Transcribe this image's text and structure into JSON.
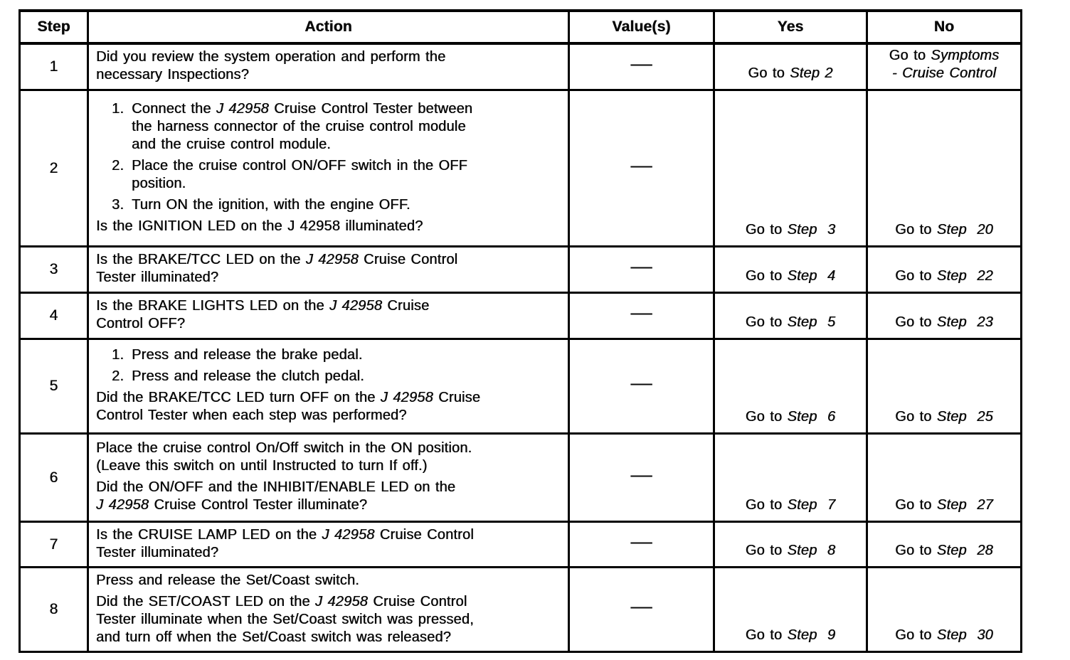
{
  "page": {
    "background": "#ffffff",
    "ink": "#0a0a0a"
  },
  "table": {
    "headers": [
      "Step",
      "Action",
      "Value(s)",
      "Yes",
      "No"
    ],
    "rows": [
      {
        "step": "1",
        "items": [],
        "paras": [
          "Did you review the system operation and perform the\nnecessary Inspections?"
        ],
        "value": "—",
        "yes": {
          "pre": "Go to ",
          "target": "Step 2"
        },
        "no": {
          "pre": "Go to ",
          "target": "Symptoms\n- Cruise Control"
        }
      },
      {
        "step": "2",
        "items": [
          "Connect the *J 42958* Cruise Control Tester between\nthe harness connector of the cruise control module\nand the cruise control module.",
          "Place the cruise control ON/OFF switch in the OFF\nposition.",
          "Turn ON the ignition, with the engine OFF."
        ],
        "paras": [
          "Is the IGNITION LED on the J 42958 illuminated?"
        ],
        "value": "—",
        "yes": {
          "pre": "Go to ",
          "target": "Step  3"
        },
        "no": {
          "pre": "Go to ",
          "target": "Step  20"
        }
      },
      {
        "step": "3",
        "items": [],
        "paras": [
          "Is the BRAKE/TCC LED on the *J 42958* Cruise Control\nTester illuminated?"
        ],
        "value": "—",
        "yes": {
          "pre": "Go to ",
          "target": "Step  4"
        },
        "no": {
          "pre": "Go to ",
          "target": "Step  22"
        }
      },
      {
        "step": "4",
        "items": [],
        "paras": [
          "Is the BRAKE LIGHTS LED on the *J 42958* Cruise\nControl OFF?"
        ],
        "value": "—",
        "yes": {
          "pre": "Go to ",
          "target": "Step  5"
        },
        "no": {
          "pre": "Go to ",
          "target": "Step  23"
        }
      },
      {
        "step": "5",
        "items": [
          "Press and release the brake pedal.",
          "Press and release the clutch pedal."
        ],
        "paras": [
          "Did the BRAKE/TCC LED turn OFF on the *J 42958* Cruise\nControl Tester when each step was performed?"
        ],
        "value": "—",
        "yes": {
          "pre": "Go to ",
          "target": "Step  6"
        },
        "no": {
          "pre": "Go to ",
          "target": "Step  25"
        }
      },
      {
        "step": "6",
        "items": [],
        "paras": [
          "Place the cruise control On/Off switch in the ON position.\n(Leave this switch on until Instructed to turn If off.)",
          "Did the ON/OFF and the INHIBIT/ENABLE LED on the\n*J 42958* Cruise Control Tester illuminate?"
        ],
        "value": "—",
        "yes": {
          "pre": "Go to ",
          "target": "Step  7"
        },
        "no": {
          "pre": "Go to ",
          "target": "Step  27"
        }
      },
      {
        "step": "7",
        "items": [],
        "paras": [
          "Is the CRUISE LAMP LED on the *J 42958* Cruise Control\nTester illuminated?"
        ],
        "value": "—",
        "yes": {
          "pre": "Go to ",
          "target": "Step  8"
        },
        "no": {
          "pre": "Go to ",
          "target": "Step  28"
        }
      },
      {
        "step": "8",
        "items": [],
        "paras": [
          "Press and release the Set/Coast switch.",
          "Did the SET/COAST LED on the *J 42958* Cruise Control\nTester illuminate when the Set/Coast switch was pressed,\nand turn off when the Set/Coast switch was released?"
        ],
        "value": "—",
        "yes": {
          "pre": "Go to ",
          "target": "Step  9"
        },
        "no": {
          "pre": "Go to ",
          "target": "Step  30"
        }
      }
    ]
  }
}
